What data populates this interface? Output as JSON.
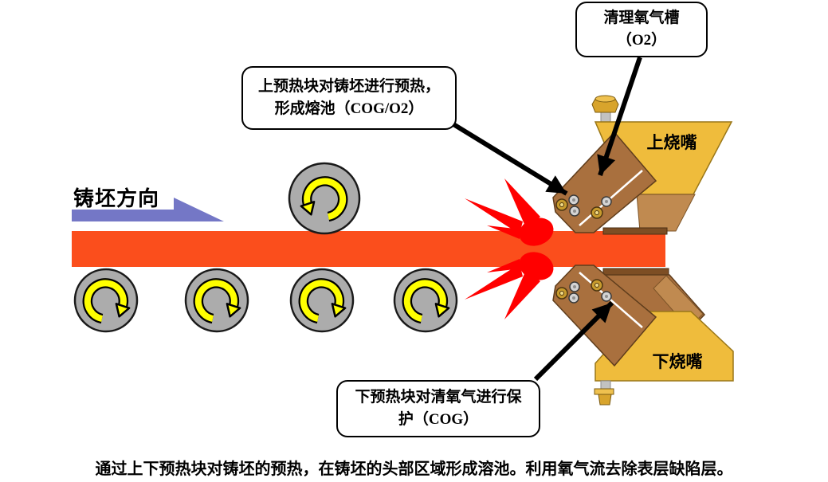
{
  "callouts": {
    "oxygen_slot": {
      "text": "清理氧气槽\n（O2）"
    },
    "upper_preheat": {
      "text": "上预热块对铸坯进行预热，\n形成熔池（COG/O2）"
    },
    "lower_preheat": {
      "text": "下预热块对清氧气进行保\n护（COG）"
    }
  },
  "labels": {
    "casting_direction": "铸坯方向",
    "upper_burner": "上烧嘴",
    "lower_burner": "下烧嘴"
  },
  "caption": "通过上下预热块对铸坯的预热，在铸坯的头部区域形成溶池。利用氧气流去除表层缺陷层。",
  "colors": {
    "slab": "#FB4E1C",
    "flame": "#FF0000",
    "direction-arrow": "#7477C6",
    "roller": "#ACACAC",
    "roller-arrow": "#FFFF00",
    "burner-body": "#EFBC3C",
    "burner-copper": "#A9703E",
    "copper-dark": "#7D4E24",
    "copper-tan": "#C08A50"
  }
}
